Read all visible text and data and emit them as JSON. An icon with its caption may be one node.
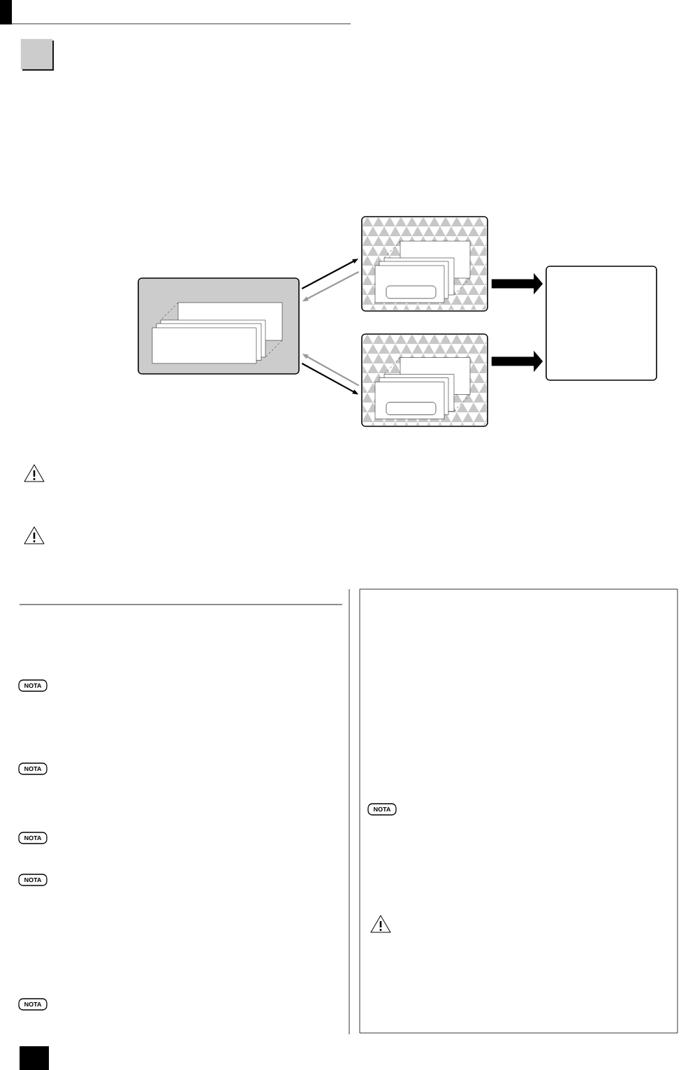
{
  "diagram": {
    "nodes": [
      {
        "text": [],
        "shape": "box"
      },
      {
        "text": [],
        "shape": "box"
      },
      {
        "text": [],
        "shape": "box"
      },
      {
        "text": [],
        "shape": "box"
      }
    ],
    "edges": [
      {
        "from": 0,
        "to": 1,
        "arrow": "to"
      },
      {
        "from": 1,
        "to": 0,
        "arrow": "to",
        "color": "#999999"
      },
      {
        "from": 2,
        "to": 0,
        "arrow": "to",
        "color": "#999999"
      },
      {
        "from": 0,
        "to": 2,
        "arrow": "to"
      },
      {
        "from": 1,
        "to": 3,
        "arrow": "to",
        "style": "thick"
      },
      {
        "from": 2,
        "to": 3,
        "arrow": "to",
        "style": "thick"
      }
    ],
    "labels": [
      "NOTA",
      "NOTA",
      "NOTA",
      "NOTA",
      "NOTA",
      "NOTA"
    ]
  }
}
